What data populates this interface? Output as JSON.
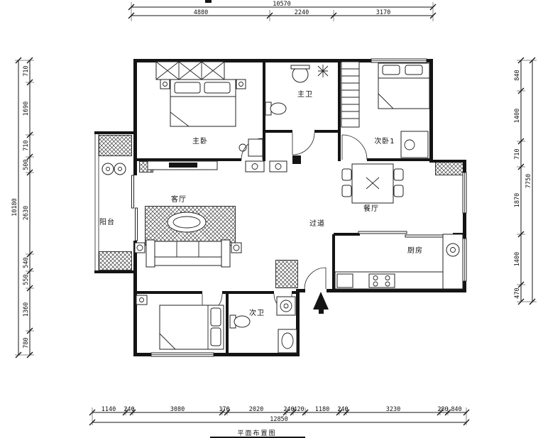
{
  "drawing": {
    "title": "平面布置图"
  },
  "style": {
    "ink": "#141414",
    "background": "#ffffff"
  },
  "rooms": {
    "master_bedroom": "主卧",
    "master_bath": "主卫",
    "bedroom2": "次卧1",
    "living": "客厅",
    "balcony": "阳台",
    "dining": "餐厅",
    "hallway": "过道",
    "kitchen": "厨房",
    "second_bath": "次卫"
  },
  "dimensions": {
    "top": {
      "overall": "10570",
      "segments": [
        "4880",
        "2240",
        "3170"
      ]
    },
    "bottom": {
      "overall": "12850",
      "segments": [
        "1140",
        "240",
        "3080",
        "170",
        "2020",
        "240",
        "420",
        "1180",
        "240",
        "3230",
        "280",
        "840"
      ]
    },
    "left": {
      "overall": "10180",
      "segments": [
        "710",
        "1690",
        "710",
        "500",
        "2630",
        "540",
        "550",
        "1360",
        "780"
      ]
    },
    "right": {
      "overall": "7750",
      "segments": [
        "840",
        "1400",
        "710",
        "1870",
        "1400",
        "470"
      ]
    }
  }
}
